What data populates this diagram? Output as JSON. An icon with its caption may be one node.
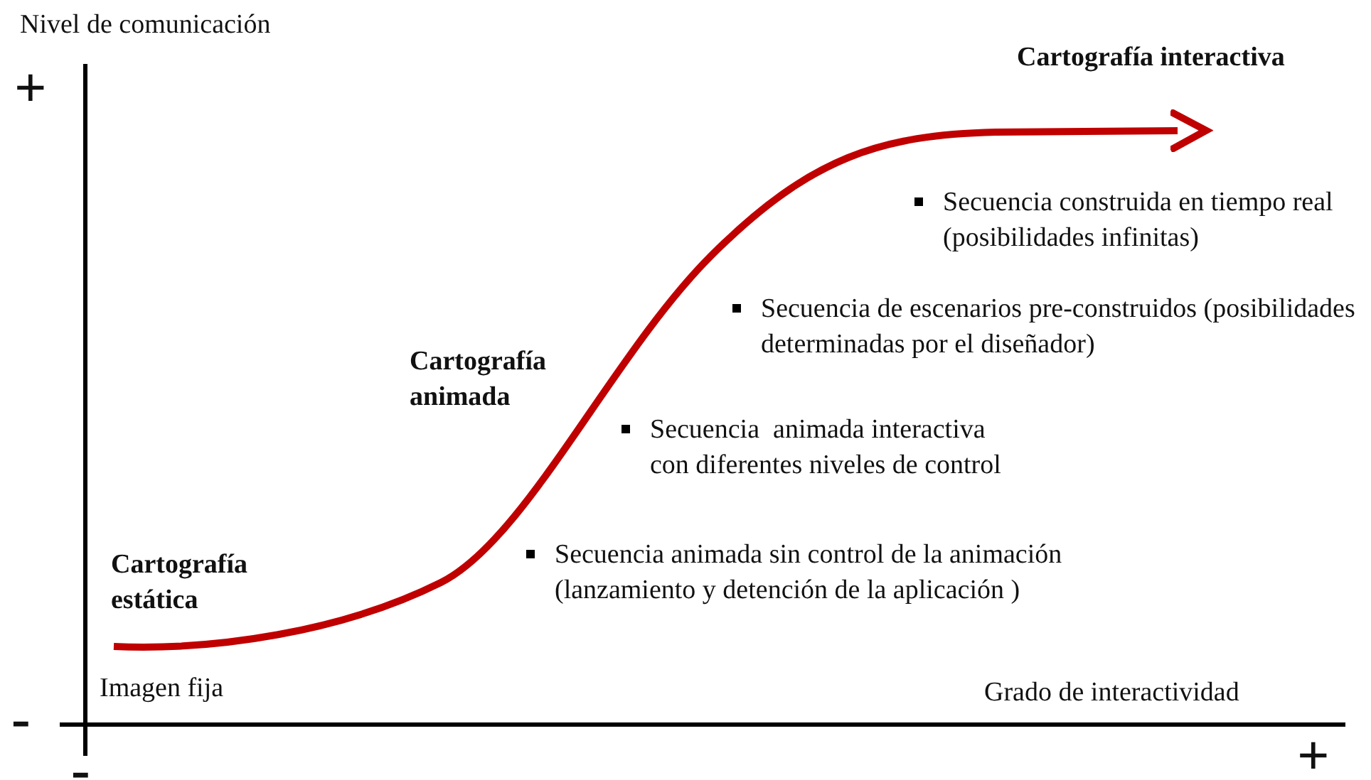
{
  "diagram": {
    "labels": [
      "Nivel de comunicación",
      "+",
      "Cartografía interactiva",
      "Secuencia construida en tiempo real (posibilidades infinitas)",
      "Secuencia de escenarios pre-construidos (posibilidades determinadas por el diseñador)",
      "Cartografía animada",
      "Secuencia  animada interactiva con diferentes niveles de control",
      "Secuencia animada sin control de la animación (lanzamiento y detención de la aplicación )",
      "Cartografía estática",
      "Imagen fija",
      "Grado de interactividad",
      "-",
      "+",
      "-"
    ]
  }
}
